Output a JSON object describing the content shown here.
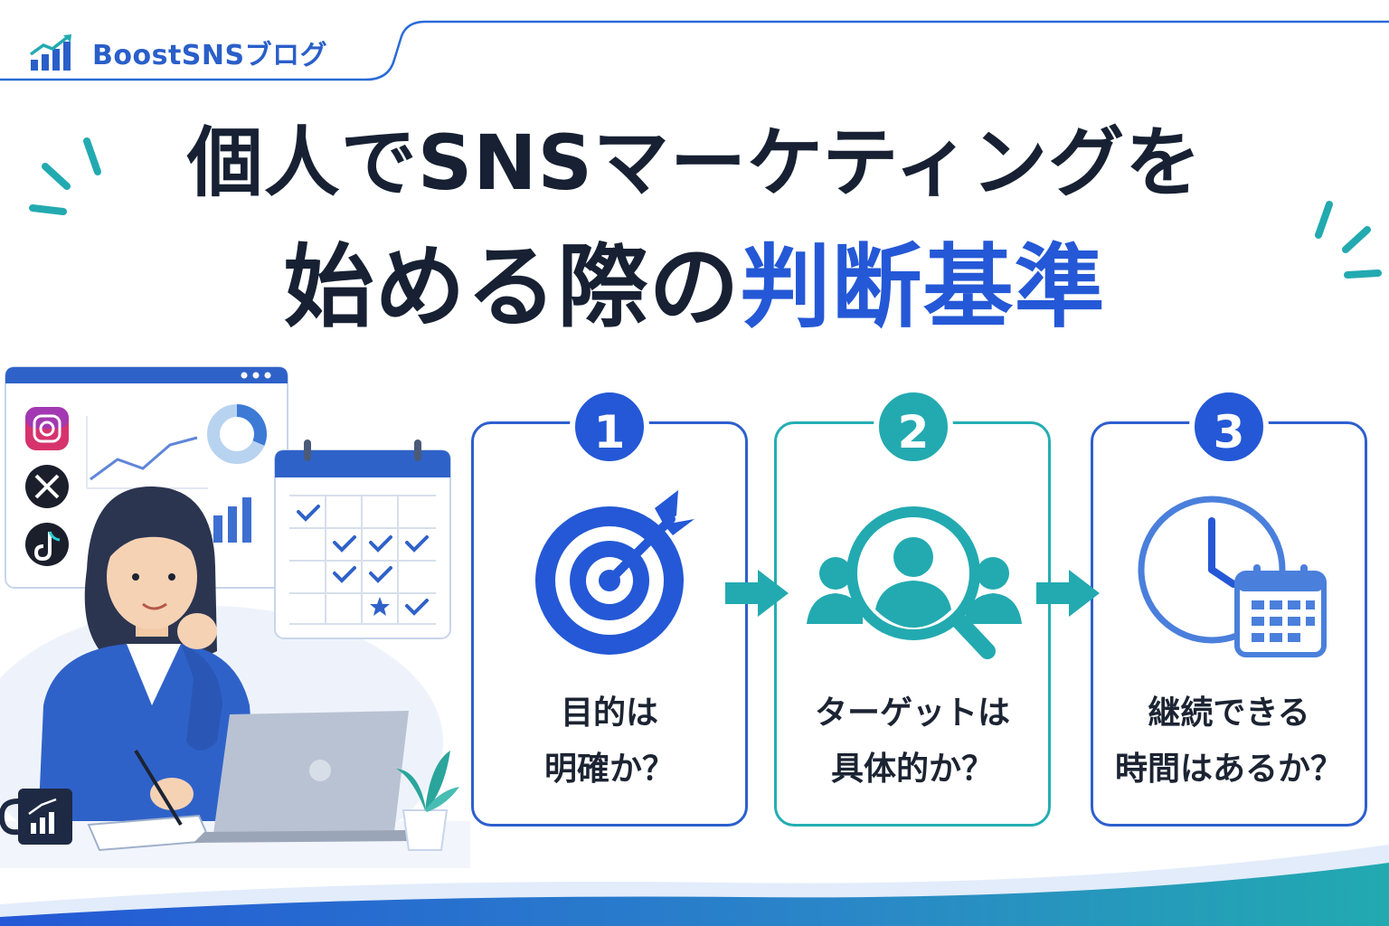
{
  "brand": {
    "name": "BoostSNSブログ"
  },
  "title": {
    "line1": "個人でSNSマーケティングを",
    "line2_plain": "始める際の",
    "line2_highlight": "判断基準"
  },
  "social_icons": [
    "instagram-icon",
    "x-icon",
    "tiktok-icon"
  ],
  "steps": [
    {
      "number": "1",
      "line1": "目的は",
      "line2": "明確か？",
      "icon": "target-icon",
      "color": "#2458d6"
    },
    {
      "number": "2",
      "line1": "ターゲットは",
      "line2": "具体的か？",
      "icon": "user-search-icon",
      "color": "#22aab0"
    },
    {
      "number": "3",
      "line1": "継続できる",
      "line2": "時間はあるか？",
      "icon": "clock-calendar-icon",
      "color": "#2458d6"
    }
  ],
  "colors": {
    "accent_blue": "#2458d6",
    "accent_teal": "#22aab0",
    "text_dark": "#172133"
  }
}
